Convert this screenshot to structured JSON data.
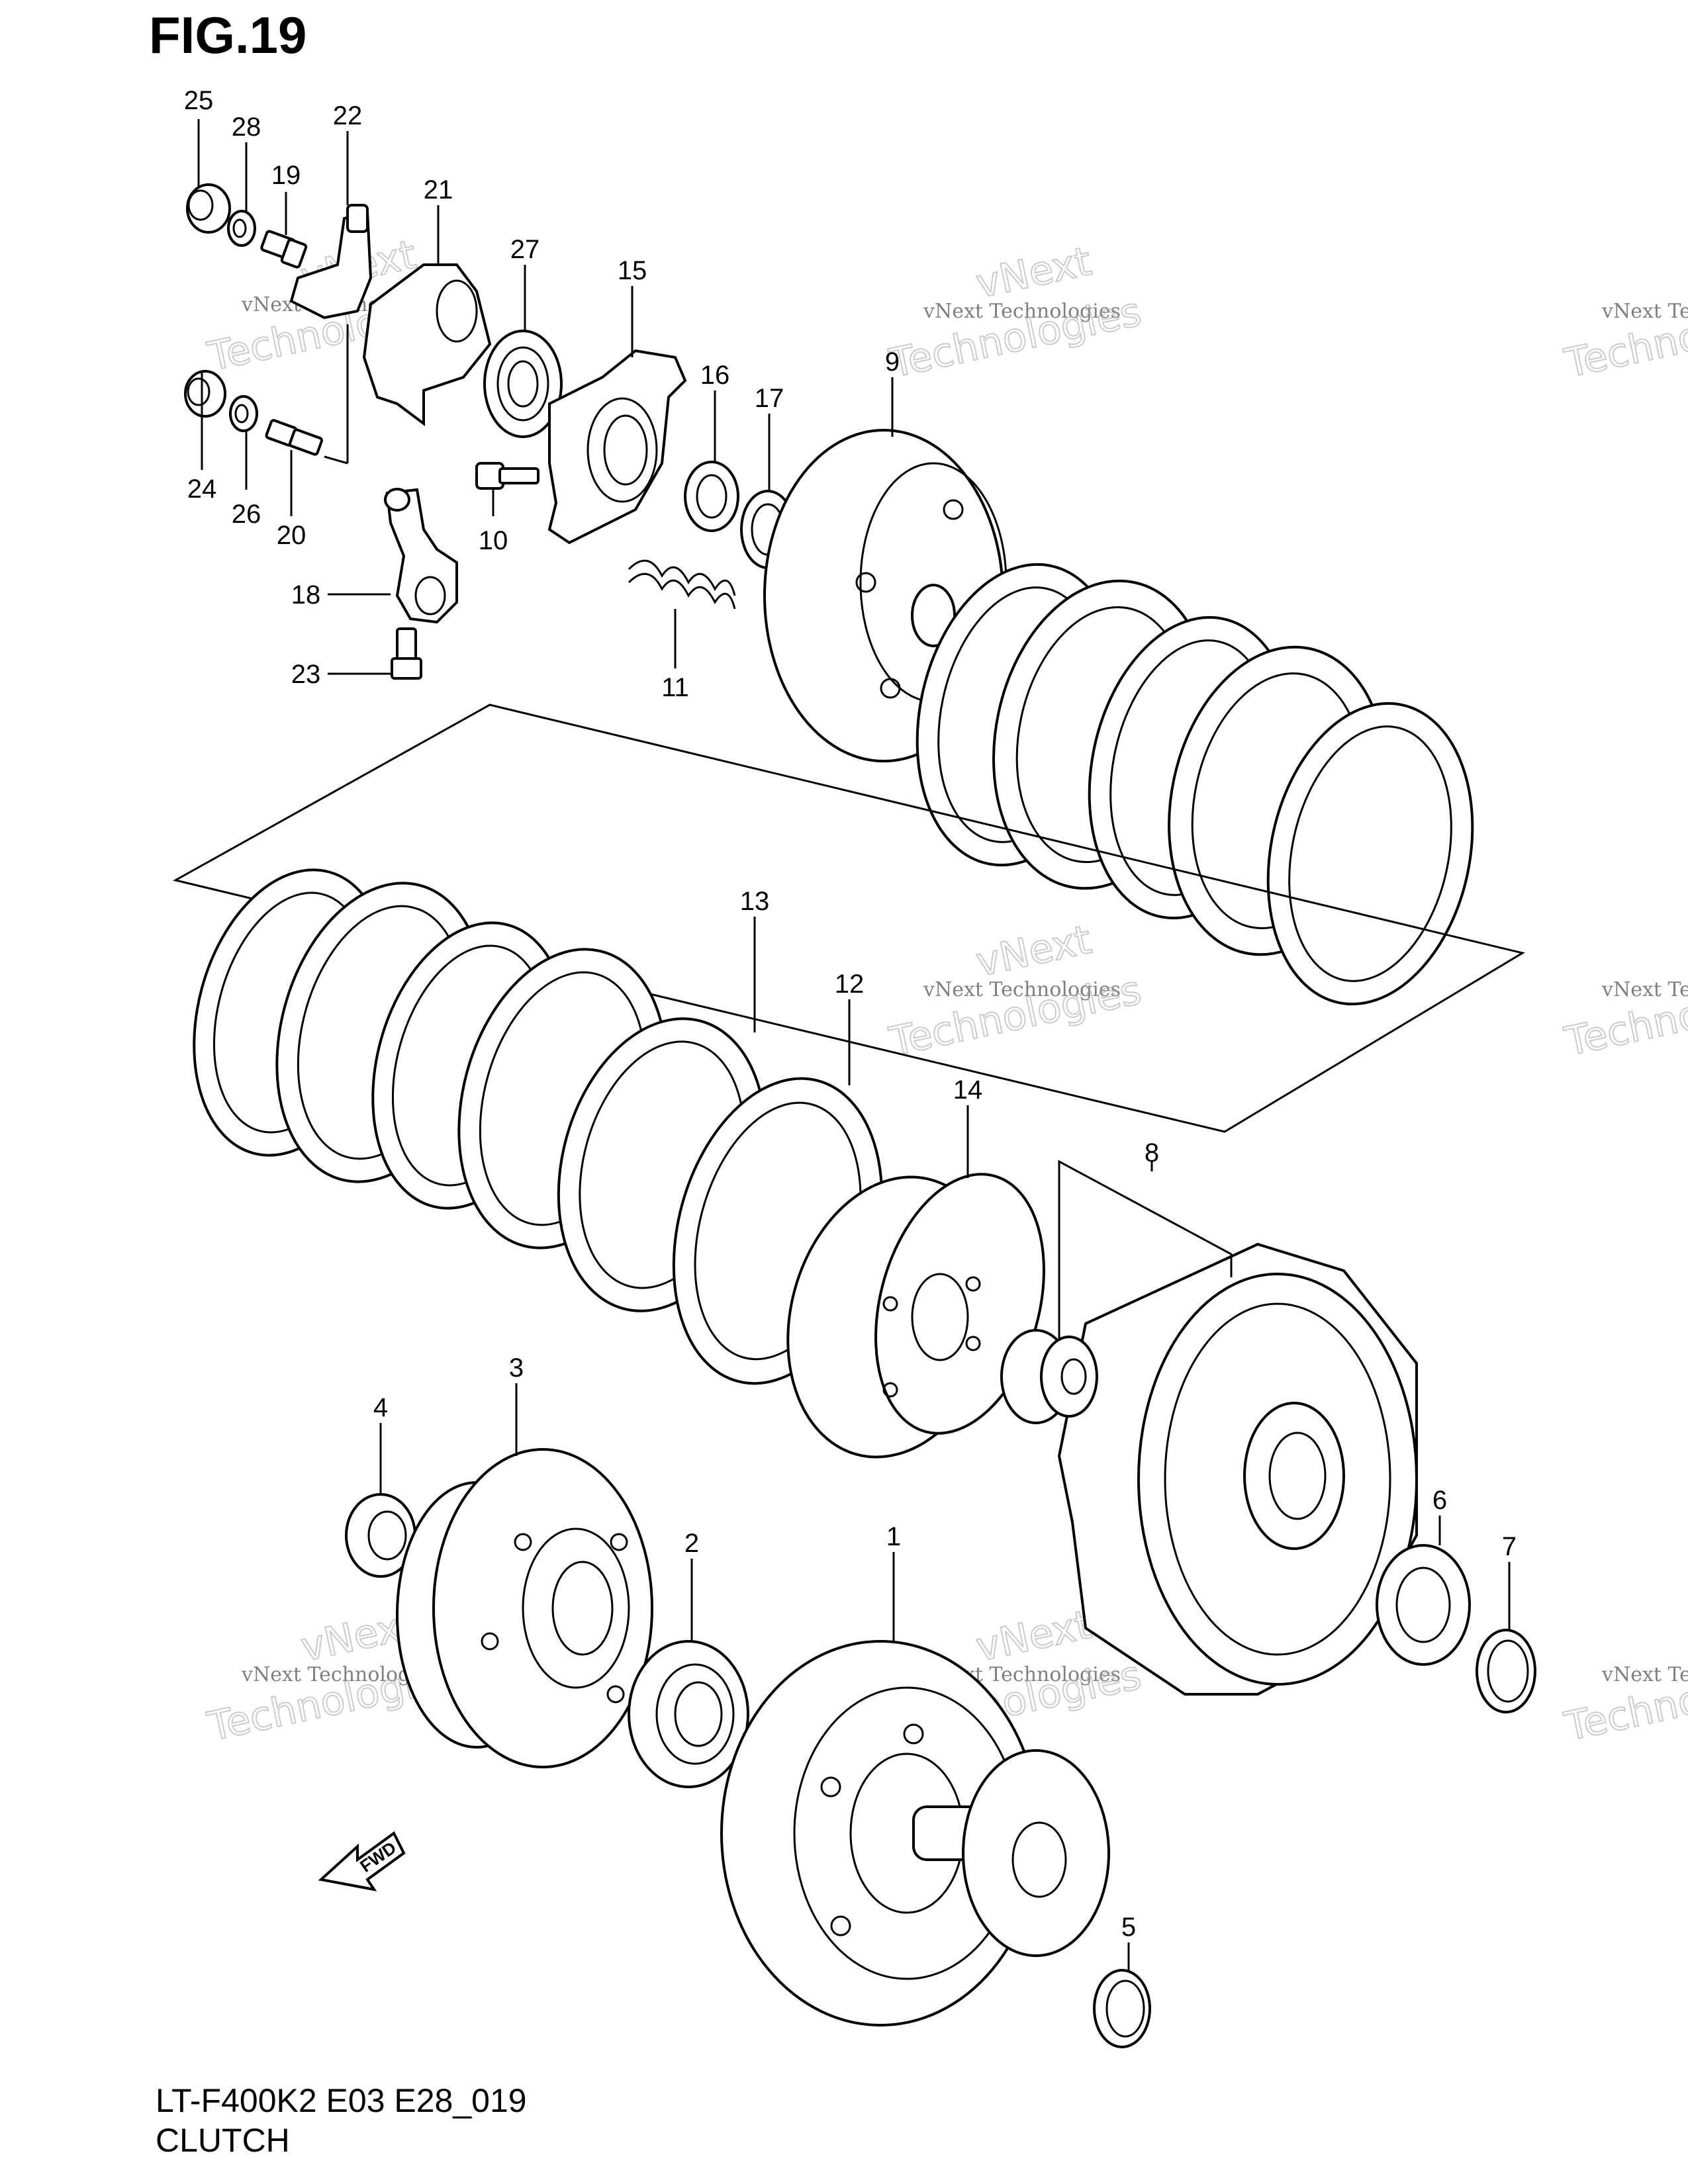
{
  "figure_title": "FIG.19",
  "model_code": "LT-F400K2 E03 E28_019",
  "section_name": "CLUTCH",
  "fwd_label": "FWD",
  "watermark": {
    "line1": "vNext Technologies",
    "line2": "vNext",
    "line3": "Technologies"
  },
  "callouts": {
    "p1": "1",
    "p2": "2",
    "p3": "3",
    "p4": "4",
    "p5": "5",
    "p6": "6",
    "p7": "7",
    "p8": "8",
    "p9": "9",
    "p10": "10",
    "p11": "11",
    "p12": "12",
    "p13": "13",
    "p14": "14",
    "p15": "15",
    "p16": "16",
    "p17": "17",
    "p18": "18",
    "p19": "19",
    "p20": "20",
    "p21": "21",
    "p22": "22",
    "p23": "23",
    "p24": "24",
    "p25": "25",
    "p26": "26",
    "p27": "27",
    "p28": "28"
  }
}
